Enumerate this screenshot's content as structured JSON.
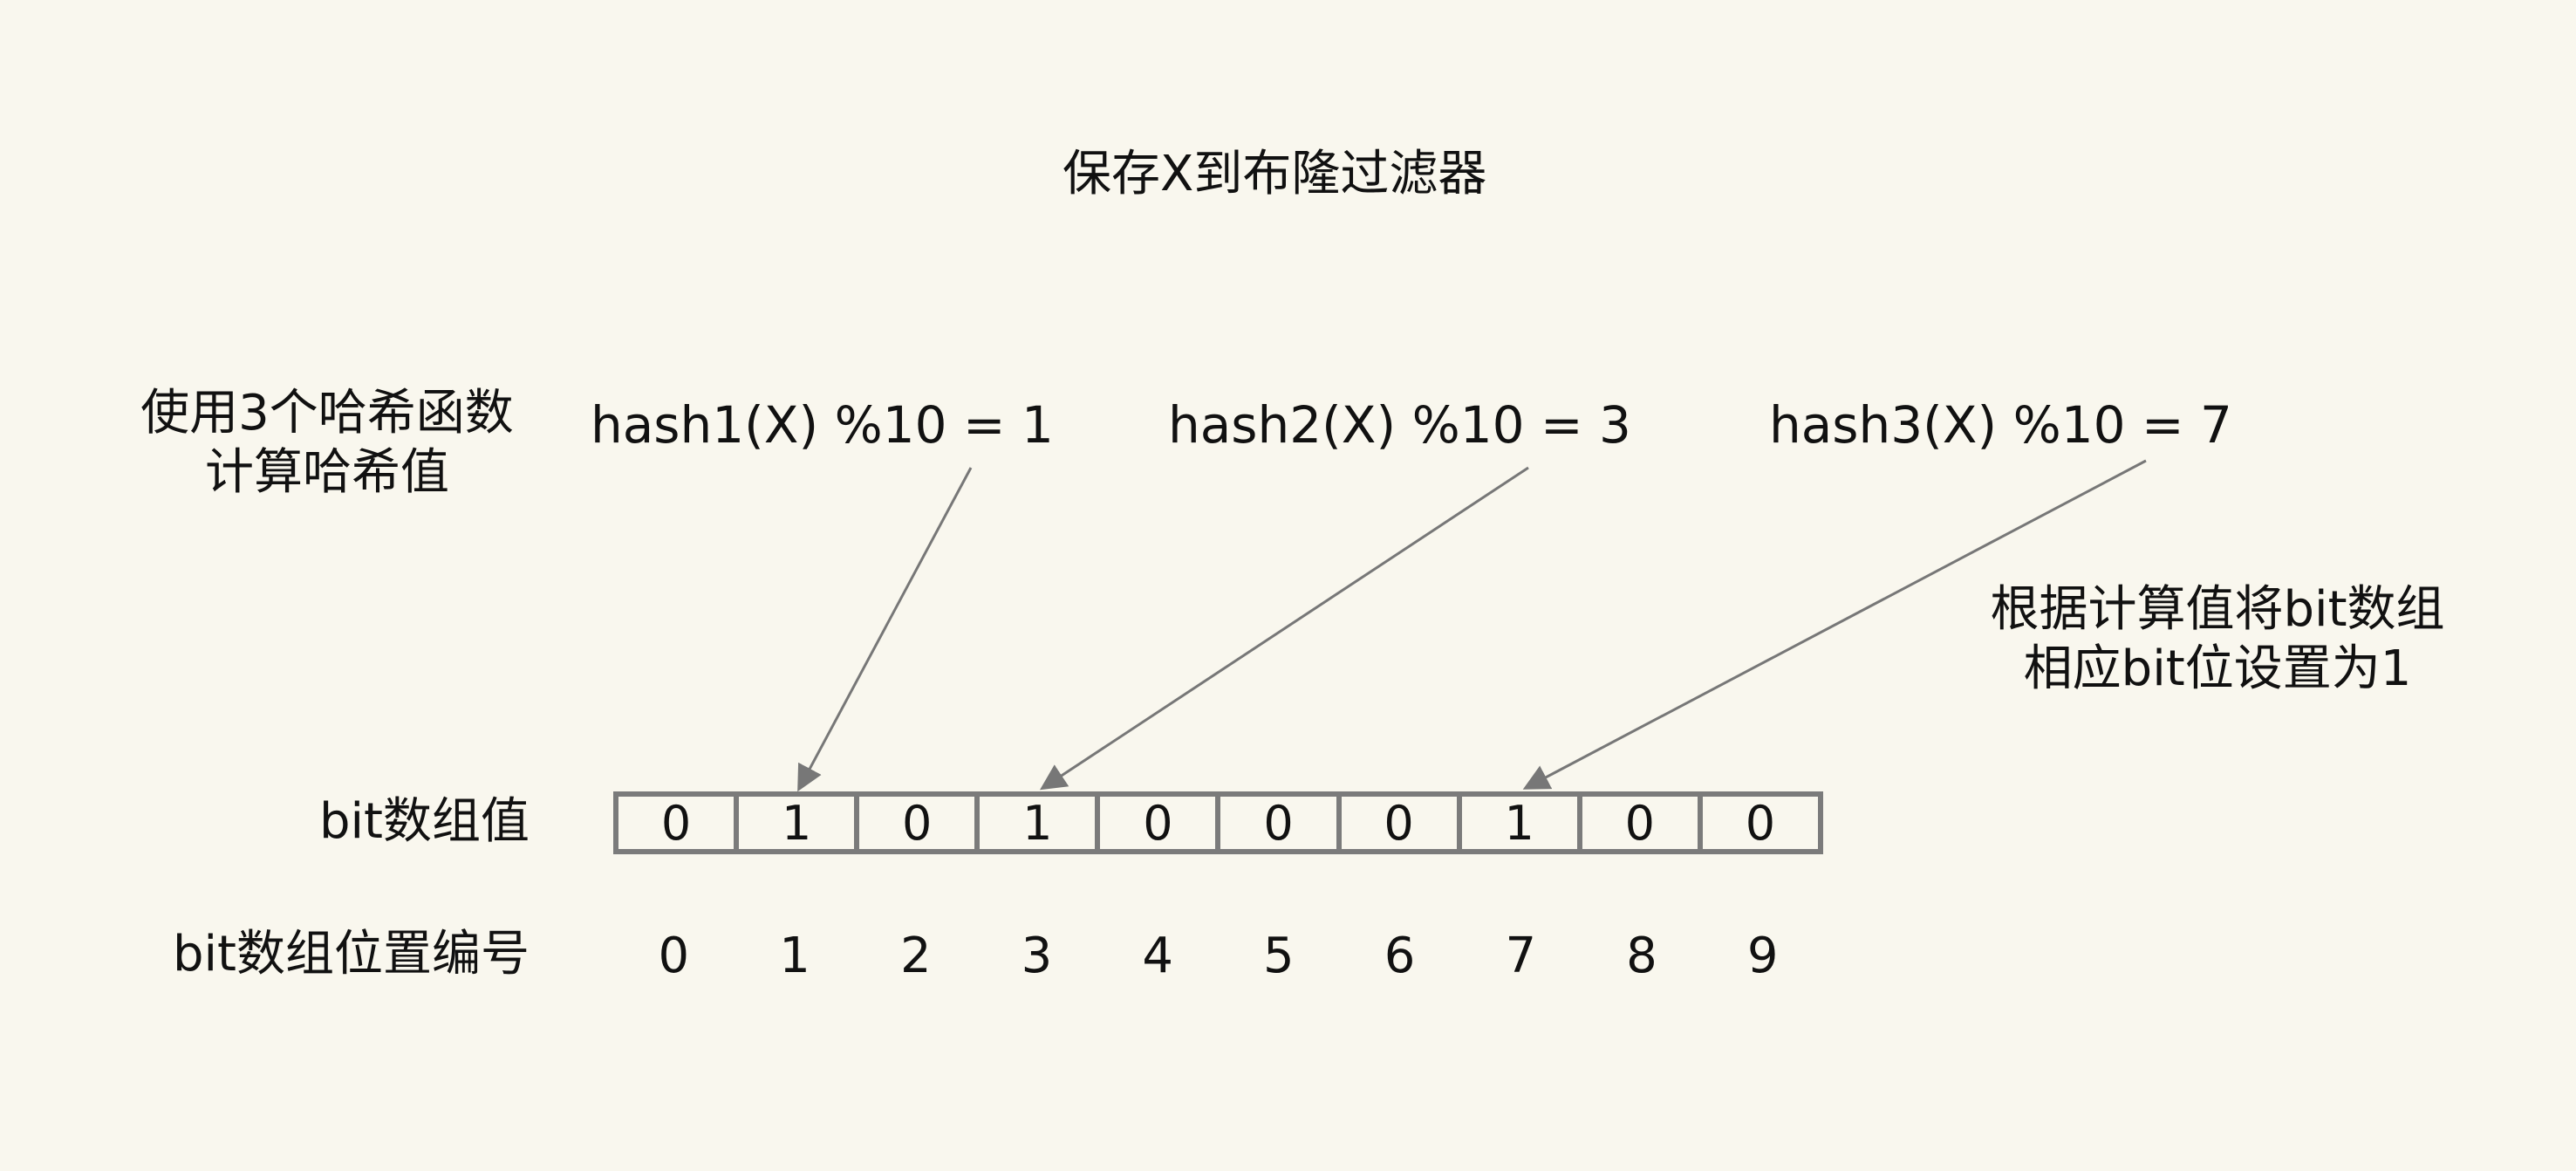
{
  "title": "保存X到布隆过滤器",
  "left_note": [
    "使用3个哈希函数",
    "计算哈希值"
  ],
  "right_note": [
    "根据计算值将bit数组",
    "相应bit位设置为1"
  ],
  "formulas": [
    {
      "text": "hash1(X) %10 = 1",
      "target_index": 1
    },
    {
      "text": "hash2(X) %10 = 3",
      "target_index": 3
    },
    {
      "text": "hash3(X) %10 = 7",
      "target_index": 7
    }
  ],
  "bit_values_label": "bit数组值",
  "bit_index_label": "bit数组位置编号",
  "bit_values": [
    "0",
    "1",
    "0",
    "1",
    "0",
    "0",
    "0",
    "1",
    "0",
    "0"
  ],
  "bit_indices": [
    "0",
    "1",
    "2",
    "3",
    "4",
    "5",
    "6",
    "7",
    "8",
    "9"
  ],
  "colors": {
    "background": "#f9f7ee",
    "cell_border": "#7b7b7b",
    "arrow": "#777777",
    "text": "#111111"
  }
}
